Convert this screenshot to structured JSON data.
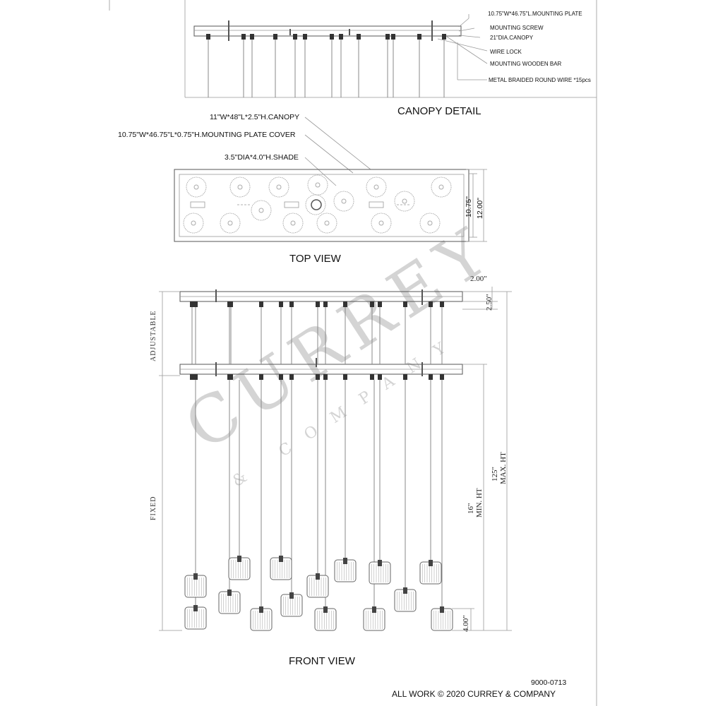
{
  "canopy_detail": {
    "title": "CANOPY DETAIL",
    "callouts": [
      "10.75\"W*46.75\"L.MOUNTING PLATE",
      "MOUNTING SCREW",
      "21\"DIA.CANOPY",
      "WIRE LOCK",
      "MOUNTING  WOODEN BAR",
      "METAL BRAIDED ROUND WIRE *15pcs"
    ]
  },
  "top_view": {
    "title": "TOP VIEW",
    "callouts": [
      "11\"W*48\"L*2.5\"H.CANOPY",
      "10.75\"W*46.75\"L*0.75\"H.MOUNTING PLATE COVER",
      "3.5\"DIA*4.0\"H.SHADE"
    ],
    "dim_inner": "10.75\"",
    "dim_outer": "12.00\""
  },
  "front_view": {
    "title": "FRONT VIEW",
    "dim_top": "2.00\"",
    "dim_canopy": "2.50\"",
    "dim_shade": "4.00\"",
    "dim_min": "16\"",
    "dim_min_label": "MIN. HT",
    "dim_max": "125\"",
    "dim_max_label": "MAX. HT",
    "side_adjustable": "ADJUSTABLE",
    "side_fixed": "FIXED"
  },
  "watermark": {
    "brand": "CURREY",
    "sub": "& COMPANY"
  },
  "footer": {
    "part_number": "9000-0713",
    "copyright": "ALL WORK © 2020 CURREY & COMPANY"
  }
}
